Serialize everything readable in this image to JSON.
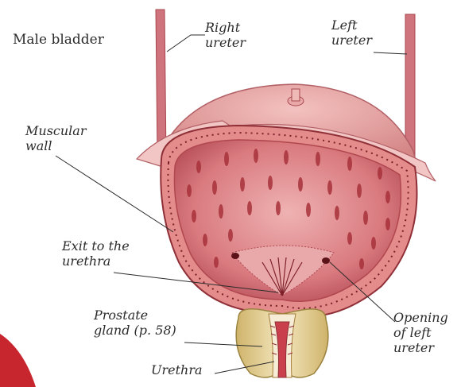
{
  "title": "Male bladder",
  "labels": {
    "right_ureter": "Right\nureter",
    "left_ureter": "Left\nureter",
    "muscular_wall": "Muscular\nwall",
    "exit_urethra": "Exit to the\nurethra",
    "prostate": "Prostate\ngland (p. 58)",
    "urethra": "Urethra",
    "opening_left_ureter": "Opening\nof left\nureter"
  },
  "colors": {
    "outer_tissue": "#e49a9a",
    "inner_wall": "#d9767a",
    "ridge": "#a8323b",
    "ureter": "#c96a72",
    "prostate": "#e9d7a0",
    "leader": "#2b2b2b"
  }
}
